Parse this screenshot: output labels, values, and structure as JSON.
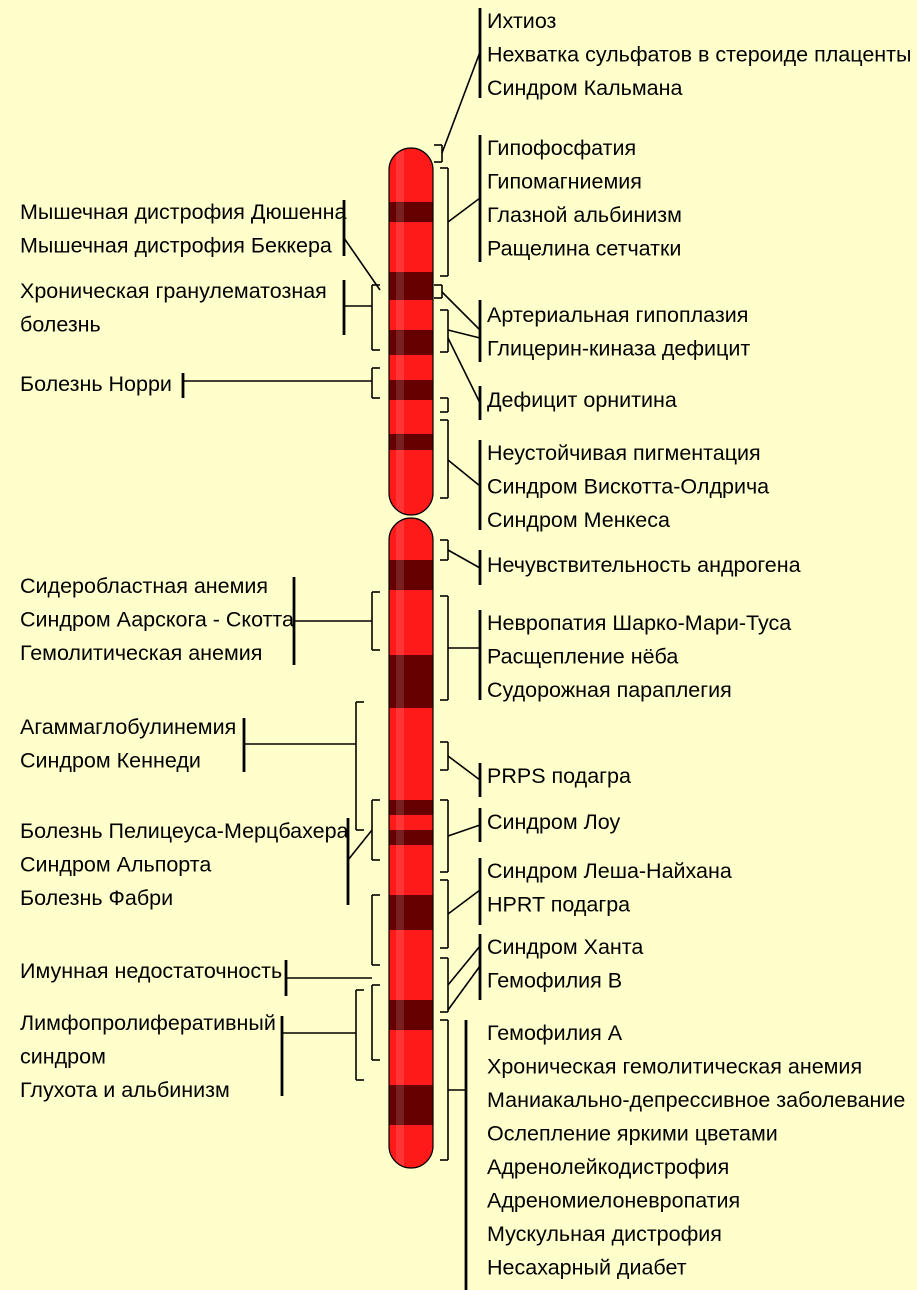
{
  "colors": {
    "background": "#ffffcc",
    "band_light": "#ff1a1a",
    "band_dark": "#660000",
    "band_mid": "#990000",
    "line": "#000000"
  },
  "right_groups": [
    {
      "id": "r1",
      "labels": [
        "Ихтиоз",
        "Нехватка сульфатов в стероиде плаценты",
        "Синдром Кальмана"
      ]
    },
    {
      "id": "r2",
      "labels": [
        "Гипофосфатия",
        "Гипомагниемия",
        "Глазной альбинизм",
        "Ращелина сетчатки"
      ]
    },
    {
      "id": "r3",
      "labels": [
        "Артериальная гипоплазия",
        "Глицерин-киназа дефицит"
      ]
    },
    {
      "id": "r4",
      "labels": [
        "Дефицит орнитина"
      ]
    },
    {
      "id": "r5",
      "labels": [
        "Неустойчивая пигментация",
        "Синдром Вискотта-Олдрича",
        "Синдром Менкеса"
      ]
    },
    {
      "id": "r6",
      "labels": [
        "Нечувствительность андрогена"
      ]
    },
    {
      "id": "r7",
      "labels": [
        "Невропатия Шарко-Мари-Туса",
        "Расщепление нёба",
        "Судорожная параплегия"
      ]
    },
    {
      "id": "r8",
      "labels": [
        "PRPS подагра"
      ]
    },
    {
      "id": "r9",
      "labels": [
        "Синдром Лоу"
      ]
    },
    {
      "id": "r10",
      "labels": [
        "Синдром Леша-Найхана",
        "HPRT подагра"
      ]
    },
    {
      "id": "r11",
      "labels": [
        "Синдром Ханта",
        "Гемофилия B"
      ]
    },
    {
      "id": "r12",
      "labels": [
        "Гемофилия A",
        "Хроническая гемолитическая анемия",
        "Маниакально-депрессивное заболевание",
        "Ослепление яркими цветами",
        "Адренолейкодистрофия",
        "Адреномиелоневропатия",
        "Мускульная дистрофия",
        "Несахарный диабет"
      ]
    }
  ],
  "left_groups": [
    {
      "id": "l1",
      "labels": [
        "Мышечная дистрофия Дюшенна",
        "Мышечная дистрофия Беккера"
      ]
    },
    {
      "id": "l2",
      "labels": [
        "Хроническая гранулематозная",
        "болезнь"
      ]
    },
    {
      "id": "l3",
      "labels": [
        "Болезнь Норри"
      ]
    },
    {
      "id": "l4",
      "labels": [
        "Сидеробластная анемия",
        "Синдром Аарскога - Скотта",
        "Гемолитическая анемия"
      ]
    },
    {
      "id": "l5",
      "labels": [
        "Агаммаглобулинемия",
        "Синдром Кеннеди"
      ]
    },
    {
      "id": "l6",
      "labels": [
        "Болезнь Пелицеуса-Мерцбахера",
        "Синдром Альпорта",
        "Болезнь Фабри"
      ]
    },
    {
      "id": "l7",
      "labels": [
        "Имунная недостаточность"
      ]
    },
    {
      "id": "l8",
      "labels": [
        "Лимфопролиферативный",
        "синдром",
        "Глухота и альбинизм"
      ]
    }
  ],
  "bands": [
    {
      "arm": "p",
      "shade": "light"
    },
    {
      "arm": "p",
      "shade": "dark"
    },
    {
      "arm": "p",
      "shade": "light"
    },
    {
      "arm": "p",
      "shade": "dark"
    },
    {
      "arm": "p",
      "shade": "light"
    },
    {
      "arm": "p",
      "shade": "dark"
    },
    {
      "arm": "p",
      "shade": "light"
    },
    {
      "arm": "p",
      "shade": "dark"
    },
    {
      "arm": "p",
      "shade": "light"
    },
    {
      "arm": "p",
      "shade": "dark"
    },
    {
      "arm": "p",
      "shade": "light"
    },
    {
      "arm": "q",
      "shade": "light"
    },
    {
      "arm": "q",
      "shade": "dark"
    },
    {
      "arm": "q",
      "shade": "light"
    },
    {
      "arm": "q",
      "shade": "dark"
    },
    {
      "arm": "q",
      "shade": "light"
    },
    {
      "arm": "q",
      "shade": "dark"
    },
    {
      "arm": "q",
      "shade": "light"
    },
    {
      "arm": "q",
      "shade": "dark"
    },
    {
      "arm": "q",
      "shade": "light"
    },
    {
      "arm": "q",
      "shade": "dark"
    },
    {
      "arm": "q",
      "shade": "light"
    },
    {
      "arm": "q",
      "shade": "dark"
    },
    {
      "arm": "q",
      "shade": "light"
    },
    {
      "arm": "q",
      "shade": "dark"
    },
    {
      "arm": "q",
      "shade": "light"
    }
  ]
}
